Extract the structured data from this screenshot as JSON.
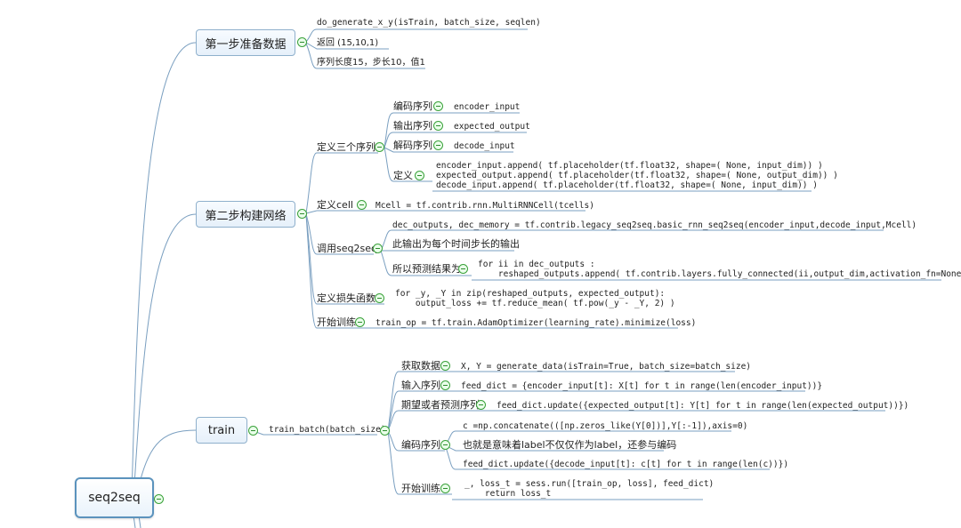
{
  "root": {
    "label": "seq2seq"
  },
  "step1": {
    "label": "第一步准备数据",
    "items": [
      "do_generate_x_y(isTrain, batch_size, seqlen)",
      "返回 (15,10,1)",
      "序列长度15，步长10，值1"
    ]
  },
  "step2": {
    "label": "第二步构建网络",
    "define3": {
      "label": "定义三个序列",
      "seqs": [
        {
          "label": "编码序列",
          "value": "encoder_input"
        },
        {
          "label": "输出序列",
          "value": "expected_output"
        },
        {
          "label": "解码序列",
          "value": "decode_input"
        }
      ],
      "define": {
        "label": "定义",
        "lines": [
          "encoder_input.append( tf.placeholder(tf.float32, shape=( None, input_dim)) )",
          "expected_output.append( tf.placeholder(tf.float32, shape=( None, output_dim)) )",
          "decode_input.append( tf.placeholder(tf.float32, shape=( None, input_dim)) )"
        ]
      }
    },
    "cell": {
      "label": "定义cell",
      "value": "Mcell = tf.contrib.rnn.MultiRNNCell(tcells)"
    },
    "call": {
      "label": "调用seq2seq",
      "code": "dec_outputs, dec_memory = tf.contrib.legacy_seq2seq.basic_rnn_seq2seq(encoder_input,decode_input,Mcell)",
      "note": "此输出为每个时间步长的输出",
      "predict_label": "所以预测结果为",
      "predict_code": "for ii in dec_outputs :\n    reshaped_outputs.append( tf.contrib.layers.fully_connected(ii,output_dim,activation_fn=None))"
    },
    "loss": {
      "label": "定义损失函数",
      "code": "for _y, _Y in zip(reshaped_outputs, expected_output):\n    output_loss += tf.reduce_mean( tf.pow(_y - _Y, 2) )"
    },
    "train": {
      "label": "开始训练",
      "code": "train_op = tf.train.AdamOptimizer(learning_rate).minimize(loss)"
    }
  },
  "train": {
    "label": "train",
    "batch": "train_batch(batch_size)",
    "items": {
      "get": {
        "label": "获取数据",
        "code": "X, Y = generate_data(isTrain=True, batch_size=batch_size)"
      },
      "input": {
        "label": "输入序列",
        "code": "feed_dict = {encoder_input[t]: X[t] for t in range(len(encoder_input))}"
      },
      "expect": {
        "label": "期望或者预测序列",
        "code": "feed_dict.update({expected_output[t]: Y[t] for t in range(len(expected_output))})"
      },
      "encode": {
        "label": "编码序列",
        "code1": "c =np.concatenate(([np.zeros_like(Y[0])],Y[:-1]),axis=0)",
        "note": "也就是意味着label不仅仅作为label，还参与编码",
        "code2": "feed_dict.update({decode_input[t]: c[t] for t in range(len(c))})"
      },
      "start": {
        "label": "开始训练",
        "code": "_, loss_t = sess.run([train_op, loss], feed_dict)\n    return loss_t"
      }
    }
  }
}
